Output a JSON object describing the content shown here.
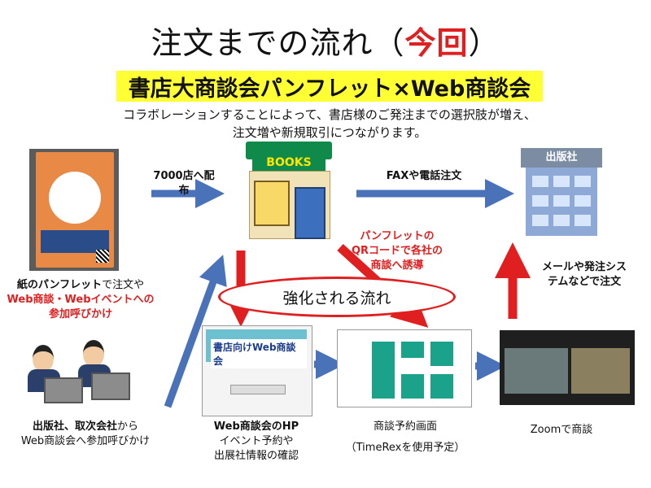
{
  "title": {
    "main": "注文までの流れ（",
    "highlight": "今回",
    "close": "）"
  },
  "banner": "書店大商談会パンフレット×Web商談会",
  "description": {
    "line1": "コラボレーションすることによって、書店様のご発注までの選択肢が増え、",
    "line2": "注文増や新規取引につながります。"
  },
  "arrows": {
    "to_store": "7000店へ配布",
    "to_publisher": "FAXや電話注文",
    "qr_line1": "パンフレットの",
    "qr_line2": "QRコードで各社の",
    "qr_line3": "商談へ誘導",
    "system_line1": "メールや発注シス",
    "system_line2": "テムなどで注文"
  },
  "ellipse": "強化される流れ",
  "pamphlet_caption": {
    "p1_bold": "紙のパンフレット",
    "p1_normal": "で注文や",
    "p2_red": "Web商談・Webイベントへの",
    "p3_red": "参加呼びかけ"
  },
  "people_caption": {
    "line1_bold": "出版社、取次会社",
    "line1_normal": "から",
    "line2": "Web商談会へ参加呼びかけ"
  },
  "hp_caption": {
    "line1": "Web商談会のHP",
    "line2": "イベント予約や",
    "line3": "出展社情報の確認"
  },
  "schedule_caption": {
    "line1": "商談予約画面",
    "line2": "（TimeRexを使用予定）"
  },
  "zoom_caption": "Zoomで商談",
  "store_sign": "BOOKS",
  "publisher_sign": "出版社",
  "hp_header": "書店向けWeb商談会",
  "icons": {
    "pamphlet": "pamphlet-photo",
    "store": "bookstore-icon",
    "publisher": "publisher-building-icon",
    "people": "office-workers-icon"
  },
  "colors": {
    "accent_red": "#e02020",
    "banner_yellow": "#ffff33",
    "arrow_blue": "#4a72b8"
  }
}
